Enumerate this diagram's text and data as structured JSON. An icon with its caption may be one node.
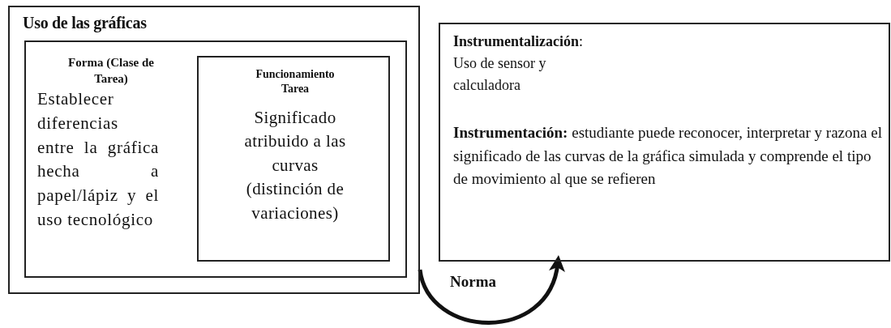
{
  "diagram": {
    "nodes": [
      {
        "text": [
          "Uso de las gráficas"
        ]
      },
      {
        "text": [
          "Forma (Clase de Tarea)",
          "Establecer diferencias entre la gráfica hecha a papel/lápiz y el uso tecnológico"
        ],
        "in": 0
      },
      {
        "text": [
          "Funcionamiento Tarea",
          "Significado atribuido a las curvas (distinción de variaciones)"
        ],
        "in": 1
      },
      {
        "text": [
          "**Instrumentalización**: Uso de sensor y calculadora",
          "**Instrumentación:** estudiante puede reconocer, interpretar y razona el significado de las curvas de la gráfica simulada y comprende el tipo de movimiento al que se refieren"
        ]
      }
    ],
    "edges": [
      {
        "from": 0,
        "to": 3,
        "arrow": "to",
        "label": "Norma"
      }
    ]
  }
}
